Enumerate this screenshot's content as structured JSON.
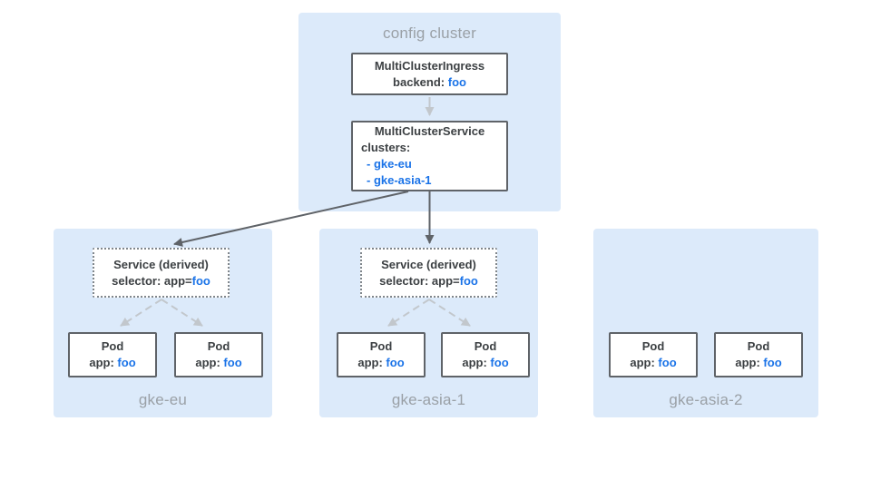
{
  "colors": {
    "panel_blue": "#dceafa",
    "box_border_gray": "#5f6368",
    "dotted_border_gray": "#80868b",
    "text_dark": "#3c4043",
    "label_gray": "#9aa0a6",
    "accent_blue": "#1a73e8",
    "arrow_dark": "#5f6368",
    "arrow_light": "#c2c7cc"
  },
  "config_cluster": {
    "label": "config cluster",
    "ingress": {
      "title": "MultiClusterIngress",
      "backend_label": "backend: ",
      "backend_value": "foo"
    },
    "service": {
      "title": "MultiClusterService",
      "clusters_label": "clusters:",
      "items": [
        "- gke-eu",
        "- gke-asia-1"
      ]
    }
  },
  "clusters": [
    {
      "name": "gke-eu",
      "service": {
        "title": "Service (derived)",
        "selector_label": "selector: app=",
        "selector_value": "foo"
      },
      "pods": [
        {
          "title": "Pod",
          "app_label": "app: ",
          "app_value": "foo"
        },
        {
          "title": "Pod",
          "app_label": "app: ",
          "app_value": "foo"
        }
      ]
    },
    {
      "name": "gke-asia-1",
      "service": {
        "title": "Service (derived)",
        "selector_label": "selector: app=",
        "selector_value": "foo"
      },
      "pods": [
        {
          "title": "Pod",
          "app_label": "app: ",
          "app_value": "foo"
        },
        {
          "title": "Pod",
          "app_label": "app: ",
          "app_value": "foo"
        }
      ]
    },
    {
      "name": "gke-asia-2",
      "pods": [
        {
          "title": "Pod",
          "app_label": "app: ",
          "app_value": "foo"
        },
        {
          "title": "Pod",
          "app_label": "app: ",
          "app_value": "foo"
        }
      ]
    }
  ]
}
